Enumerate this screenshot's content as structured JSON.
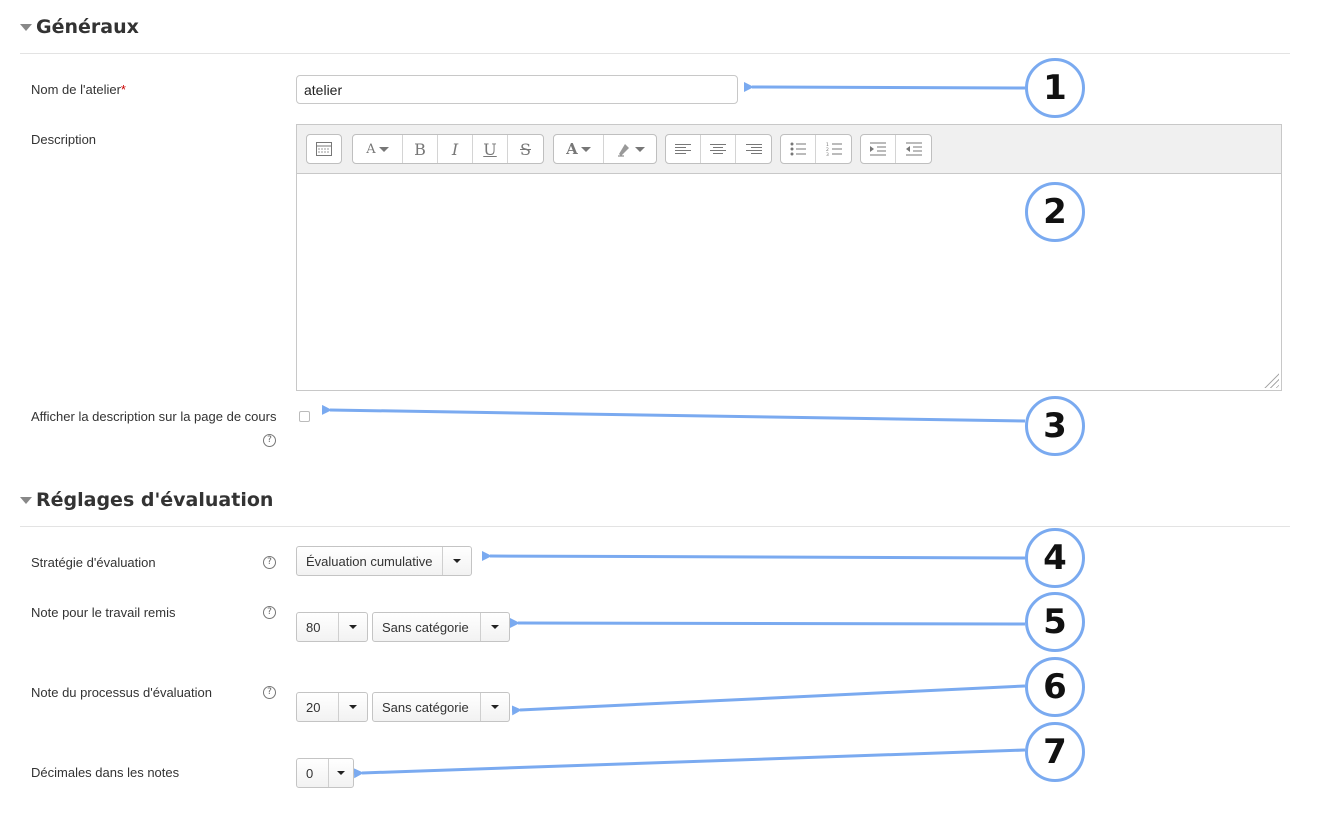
{
  "sections": {
    "general": "Généraux",
    "grading": "Réglages d'évaluation"
  },
  "form": {
    "name_label": "Nom de l'atelier",
    "required_mark": "*",
    "name_value": "atelier",
    "description_label": "Description",
    "show_description_label": "Afficher la description sur la page de cours",
    "strategy_label": "Stratégie d'évaluation",
    "strategy_value": "Évaluation cumulative",
    "submission_grade_label": "Note pour le travail remis",
    "submission_grade_value": "80",
    "submission_category_value": "Sans catégorie",
    "assessment_grade_label": "Note du processus d'évaluation",
    "assessment_grade_value": "20",
    "assessment_category_value": "Sans catégorie",
    "decimals_label": "Décimales dans les notes",
    "decimals_value": "0"
  },
  "help_icon": "?",
  "toolbar_icons": [
    "toggle-toolbar-icon",
    "font-style-icon",
    "bold-icon",
    "italic-icon",
    "underline-icon",
    "strikethrough-icon",
    "font-color-icon",
    "background-color-icon",
    "align-left-icon",
    "align-center-icon",
    "align-right-icon",
    "unordered-list-icon",
    "ordered-list-icon",
    "indent-icon",
    "outdent-icon"
  ],
  "toolbar_glyphs": {
    "bold": "B",
    "italic": "I",
    "underline": "U",
    "strike": "S",
    "font_style": "A",
    "font_color": "A"
  },
  "callouts": [
    "1",
    "2",
    "3",
    "4",
    "5",
    "6",
    "7"
  ],
  "colors": {
    "callout_border": "#7aaaf0",
    "arrow": "#7aaaf0",
    "required": "#cc0000"
  }
}
